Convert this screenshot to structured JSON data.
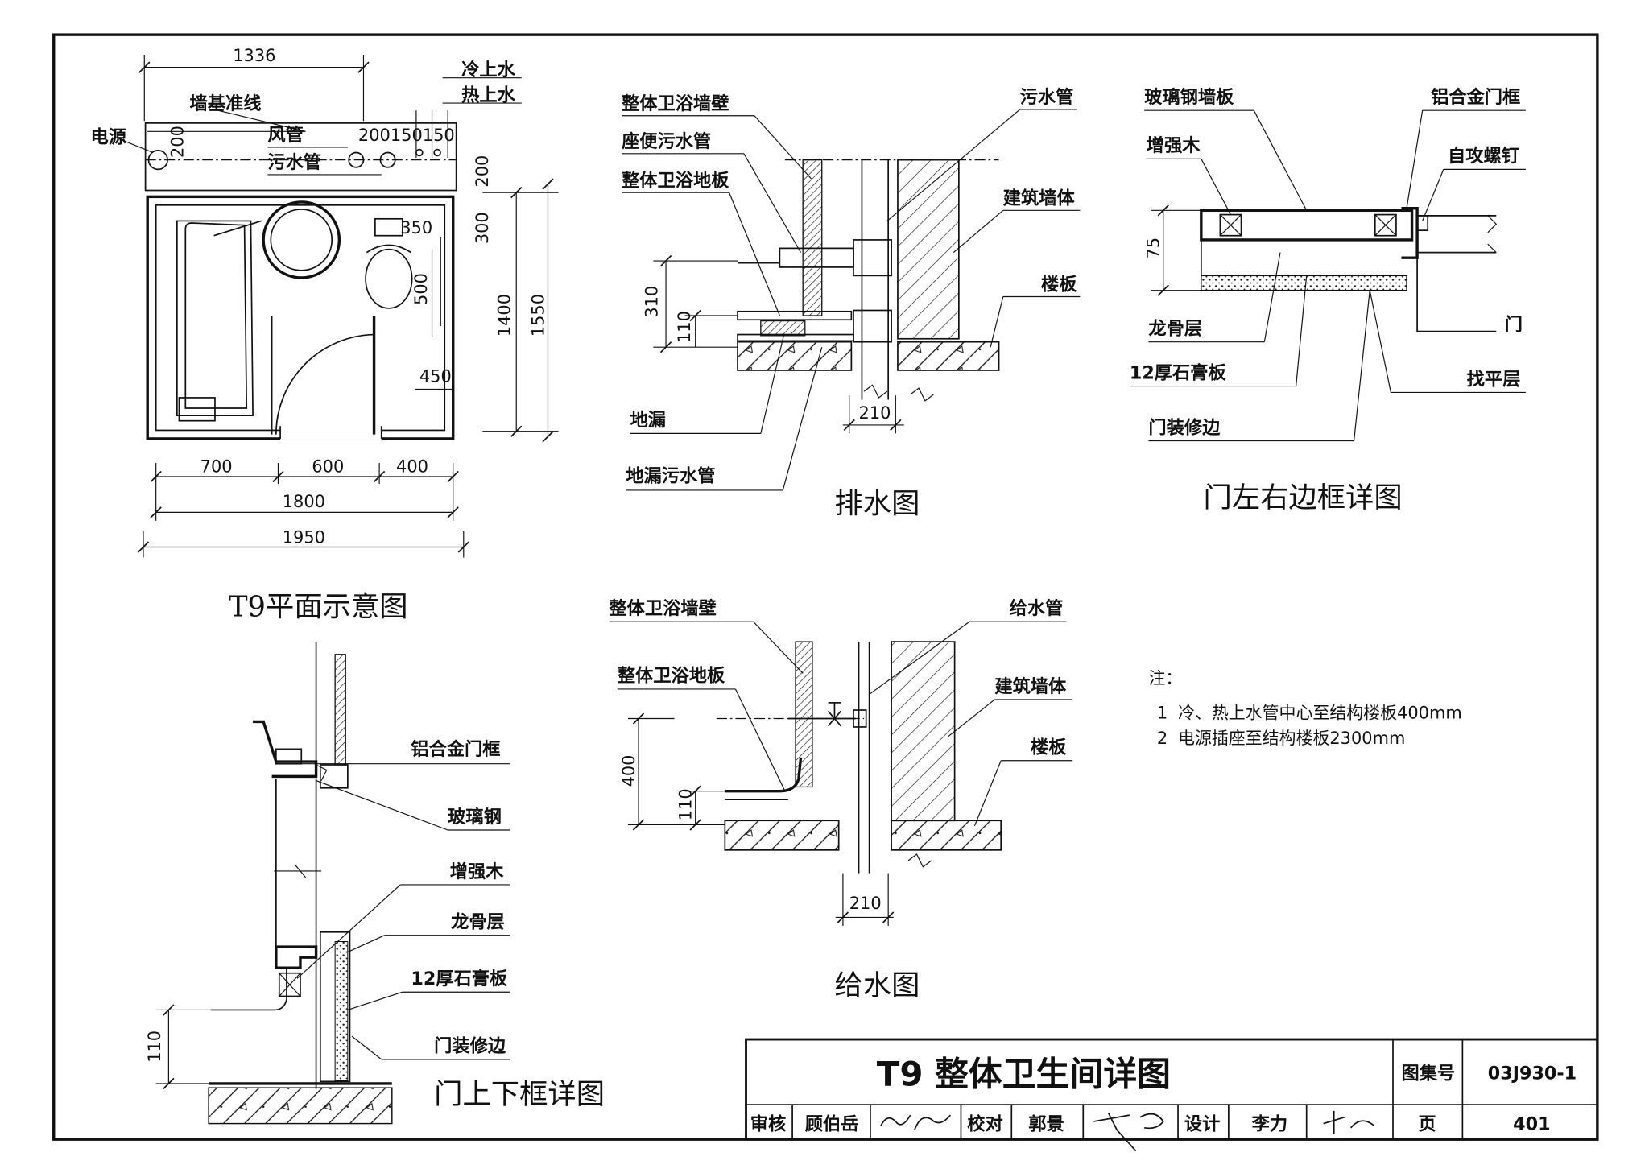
{
  "labels": {
    "plan": {
      "wall_baseline": "墙基准线",
      "power": "电源",
      "cold_water": "冷上水",
      "hot_water": "热上水",
      "air_duct": "风管",
      "sewage": "污水管"
    },
    "drain": {
      "wall_panel": "整体卫浴墙壁",
      "toilet_pipe": "座便污水管",
      "floor_panel": "整体卫浴地板",
      "sewage_pipe": "污水管",
      "building_wall": "建筑墙体",
      "floor_slab": "楼板",
      "floor_drain": "地漏",
      "floor_drain_pipe": "地漏污水管"
    },
    "door_side": {
      "frp_wall_panel": "玻璃钢墙板",
      "alu_frame": "铝合金门框",
      "reinforce_wood": "增强木",
      "screw": "自攻螺钉",
      "keel": "龙骨层",
      "gypsum": "12厚石膏板",
      "trim": "门装修边",
      "door": "门",
      "leveling": "找平层"
    },
    "supply": {
      "wall_panel": "整体卫浴墙壁",
      "supply_pipe": "给水管",
      "floor_panel": "整体卫浴地板",
      "building_wall": "建筑墙体",
      "floor_slab": "楼板"
    },
    "door_tb": {
      "alu_frame": "铝合金门框",
      "frp": "玻璃钢",
      "reinforce_wood": "增强木",
      "keel": "龙骨层",
      "gypsum": "12厚石膏板",
      "trim": "门装修边"
    }
  },
  "dims": {
    "plan": {
      "top": "1336",
      "d200a": "200",
      "d200150150": "200150150",
      "d200b": "200",
      "d300": "300",
      "d350": "350",
      "d500": "500",
      "d450": "450",
      "d1400": "1400",
      "d1550": "1550",
      "d700": "700",
      "d600": "600",
      "d400": "400",
      "d1800": "1800",
      "d1950": "1950"
    },
    "drain": {
      "d310": "310",
      "d110": "110",
      "d210": "210"
    },
    "door_side": {
      "d75": "75"
    },
    "supply": {
      "d400": "400",
      "d110": "110",
      "d210": "210"
    },
    "door_tb": {
      "d110": "110"
    }
  },
  "titles": {
    "plan": "T9平面示意图",
    "drain": "排水图",
    "door_side": "门左右边框详图",
    "supply": "给水图",
    "door_tb": "门上下框详图"
  },
  "notes": {
    "heading": "注：",
    "items": [
      {
        "num": "1",
        "text": "冷、热上水管中心至结构楼板400mm"
      },
      {
        "num": "2",
        "text": "电源插座至结构楼板2300mm"
      }
    ]
  },
  "title_block": {
    "title": "T9 整体卫生间详图",
    "atlas_label": "图集号",
    "atlas_no": "03J930-1",
    "review_label": "审核",
    "reviewer": "顾伯岳",
    "check_label": "校对",
    "checker": "郭景",
    "design_label": "设计",
    "designer": "李力",
    "page_label": "页",
    "page_no": "401"
  }
}
